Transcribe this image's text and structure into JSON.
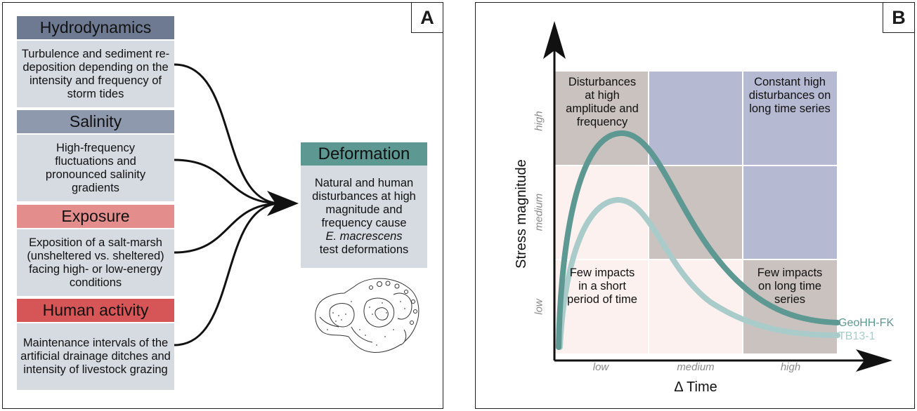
{
  "panel_a": {
    "letter": "A",
    "factors": [
      {
        "title": "Hydrodynamics",
        "text": "Turbulence and sediment re-deposition depending on the intensity and frequency of storm tides",
        "color": "#6d7a92"
      },
      {
        "title": "Salinity",
        "text": "High-frequency fluctuations and pronounced salinity gradients",
        "color": "#8f99ad"
      },
      {
        "title": "Exposure",
        "text": "Exposition of a salt-marsh (unsheltered vs. sheltered) facing high- or low-energy conditions",
        "color": "#e38e8c"
      },
      {
        "title": "Human activity",
        "text": "Maintenance intervals of the artificial drainage ditches and intensity of livestock grazing",
        "color": "#d65556"
      }
    ],
    "outcome": {
      "title": "Deformation",
      "text_line1": "Natural and human disturbances at high magnitude and frequency cause",
      "species": "E. macrescens",
      "text_line2": "test deformations",
      "color": "#5d9893"
    }
  },
  "panel_b": {
    "letter": "B",
    "y_axis_label": "Stress magnitude",
    "x_axis_label": "Δ Time",
    "x_ticks": [
      "low",
      "medium",
      "high"
    ],
    "y_ticks": [
      "low",
      "medium",
      "high"
    ],
    "cell_labels": {
      "top_left": "Disturbances at high amplitude and frequency",
      "top_right": "Constant high disturbances on long time series",
      "bottom_left": "Few impacts in a short period of time",
      "bottom_right": "Few impacts on long time series"
    },
    "cell_colors": {
      "gray": "#c9c2bf",
      "blue": "#b5b9d1",
      "pink": "#fcf1ef"
    },
    "series": [
      {
        "name": "GeoHH-FK",
        "color": "#5d9893"
      },
      {
        "name": "TB13-1",
        "color": "#a9ccca"
      }
    ]
  }
}
